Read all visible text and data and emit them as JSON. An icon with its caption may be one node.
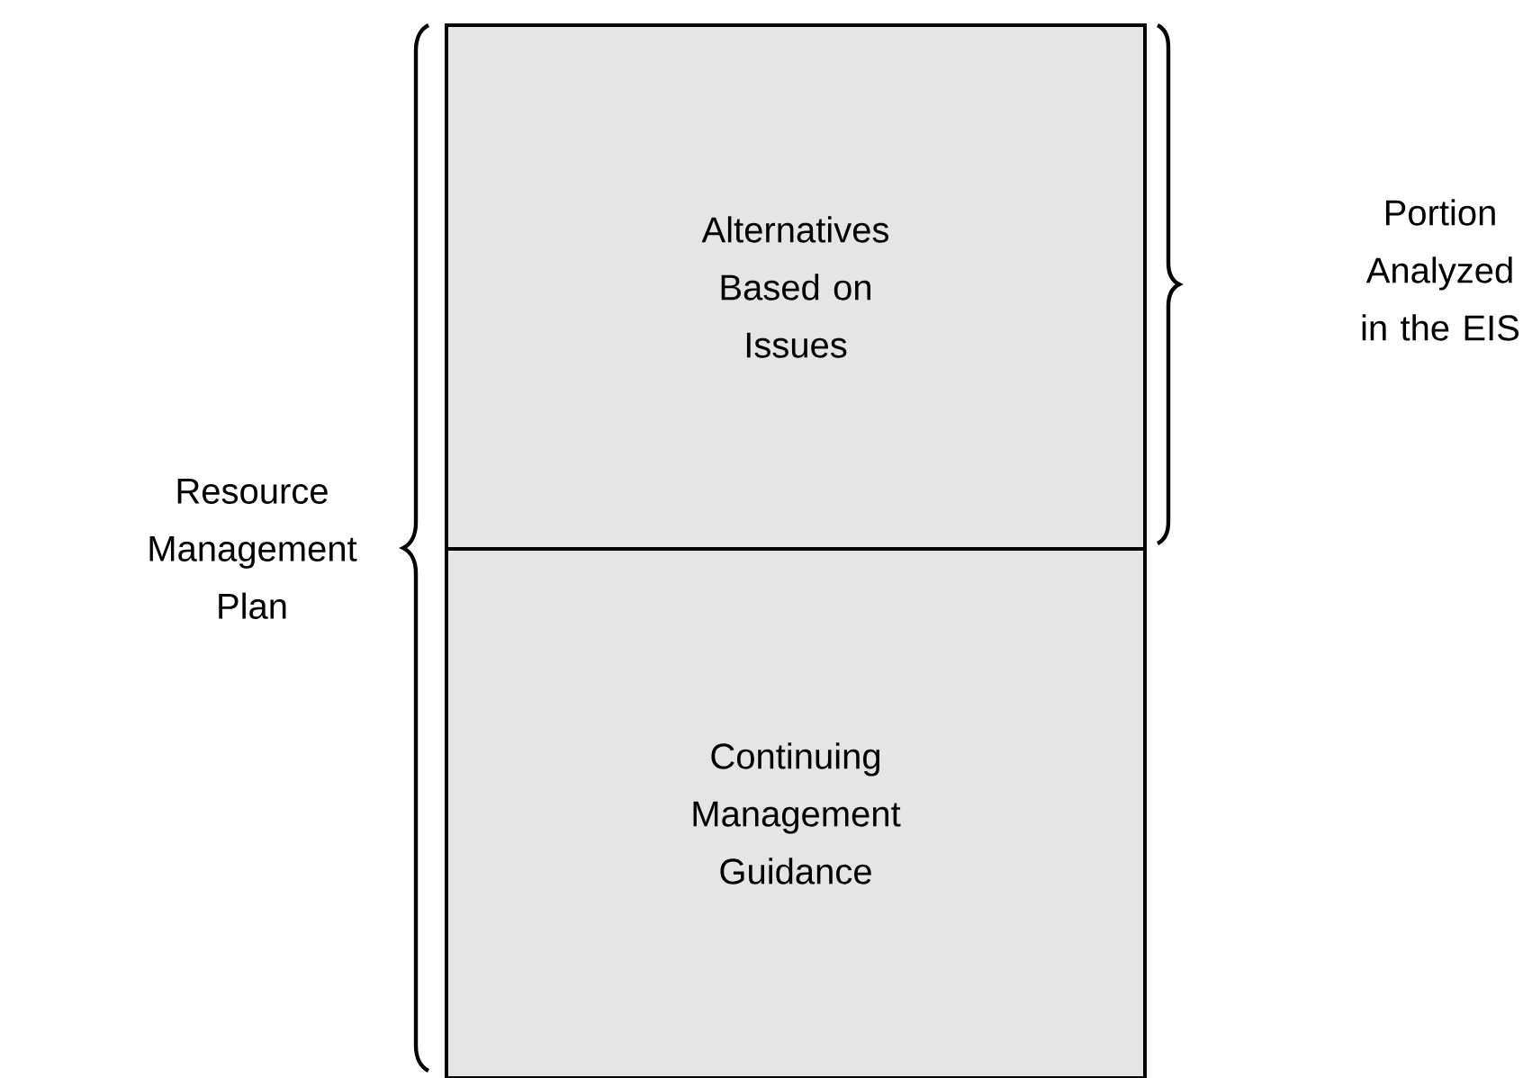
{
  "diagram": {
    "nodes": [
      {
        "text": [
          "Alternatives Based on Issues"
        ]
      },
      {
        "text": [
          "Continuing Management Guidance"
        ]
      }
    ],
    "labels": [
      "Resource Management Plan",
      "Portion Analyzed in the EIS"
    ]
  }
}
